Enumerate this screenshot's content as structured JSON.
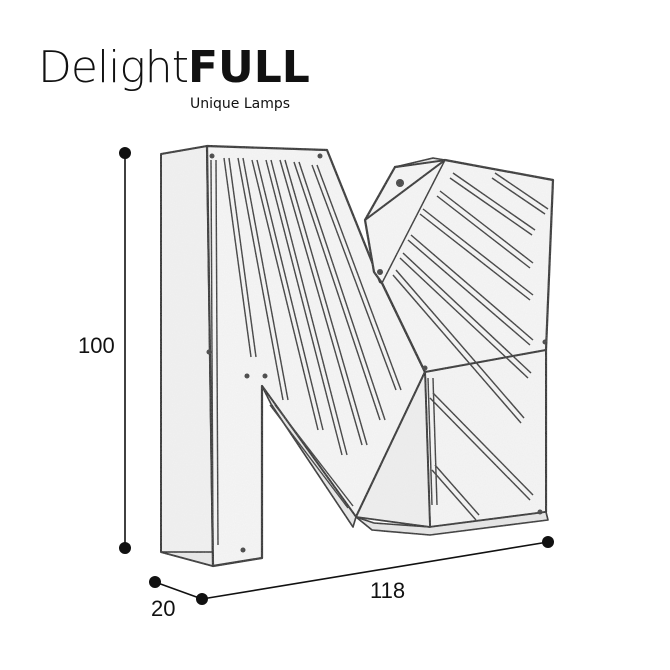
{
  "brand": {
    "name_regular": "Delight",
    "name_bold": "FULL",
    "tagline": "Unique Lamps"
  },
  "dimensions": {
    "height": "100",
    "width": "118",
    "depth": "20"
  },
  "colors": {
    "ink": "#111111",
    "accent_dot": "#d01f2a",
    "panel_fill": "#f4f4f4"
  },
  "icons": {
    "figure": "letter-m-marquee-lamp",
    "markers": "dimension-end-dot"
  }
}
